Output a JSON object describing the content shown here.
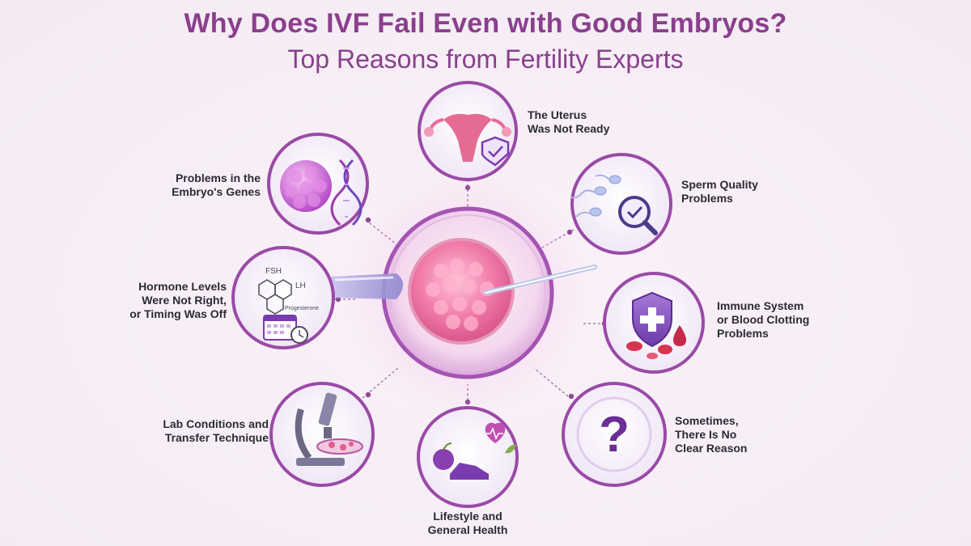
{
  "header": {
    "title": "Why Does IVF Fail Even with Good Embryos?",
    "subtitle": "Top Reasons from Fertility Experts"
  },
  "colors": {
    "accent": "#8a3f8d",
    "ring": "#9a4aa6",
    "embryo": "#f07aa8",
    "dot": "#8a4a93"
  },
  "reasons": [
    {
      "id": "uterus",
      "lines": [
        "The Uterus",
        "Was Not Ready"
      ],
      "icon": "uterus-icon"
    },
    {
      "id": "sperm",
      "lines": [
        "Sperm Quality",
        "Problems"
      ],
      "icon": "sperm-magnifier-icon"
    },
    {
      "id": "immune",
      "lines": [
        "Immune System",
        "or Blood Clotting",
        "Problems"
      ],
      "icon": "shield-blood-cells-icon"
    },
    {
      "id": "unknown",
      "lines": [
        "Sometimes,",
        "There Is No",
        "Clear Reason"
      ],
      "icon": "question-mark-icon"
    },
    {
      "id": "lifestyle",
      "lines": [
        "Lifestyle and",
        "General Health"
      ],
      "icon": "lifestyle-icon"
    },
    {
      "id": "lab",
      "lines": [
        "Lab Conditions and",
        "Transfer Technique"
      ],
      "icon": "microscope-icon"
    },
    {
      "id": "hormone",
      "lines": [
        "Hormone Levels",
        "Were Not Right,",
        "or Timing Was Off"
      ],
      "icon": "hormone-calendar-icon"
    },
    {
      "id": "genes",
      "lines": [
        "Problems in the",
        "Embryo's Genes"
      ],
      "icon": "embryo-dna-icon"
    }
  ],
  "hormone_icon": {
    "fsh": "FSH",
    "lh": "LH",
    "progesterone": "Progesterone"
  }
}
